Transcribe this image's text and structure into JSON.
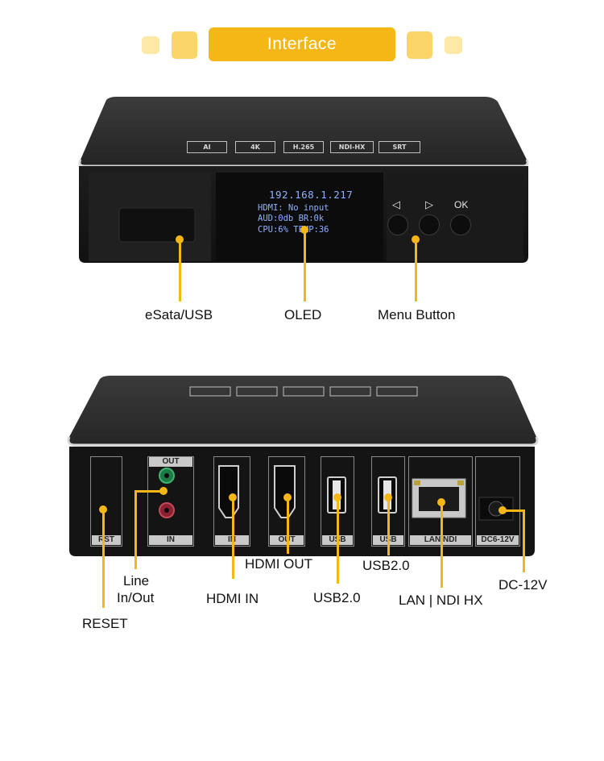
{
  "header": {
    "title": "Interface"
  },
  "front": {
    "badges": [
      "AI",
      "4K",
      "H.265",
      "NDI-HX",
      "SRT"
    ],
    "oled": {
      "ip": "192.168.1.217",
      "line1": "HDMI: No input",
      "line2": "AUD:0db    BR:0k",
      "line3": "CPU:6%     TEMP:36"
    },
    "buttons": [
      "◁",
      "▷",
      "OK"
    ],
    "labels": {
      "esata": "eSata/USB",
      "oled": "OLED",
      "menu": "Menu Button"
    }
  },
  "rear": {
    "port_labels": {
      "rst": "RST",
      "out": "OUT",
      "in": "IN",
      "hdmi_in": "IN",
      "hdmi_out": "OUT",
      "usb1": "USB",
      "usb2": "USB",
      "lan": "LAN|NDI",
      "dc": "DC6-12V"
    },
    "callouts": {
      "reset": "RESET",
      "line_1": "Line",
      "line_2": "In/Out",
      "hdmi_in": "HDMI IN",
      "hdmi_out": "HDMI OUT",
      "usb_a": "USB2.0",
      "usb_b": "USB2.0",
      "lan": "LAN | NDI HX",
      "dc": "DC-12V"
    }
  },
  "colors": {
    "accent": "#f5b716",
    "accent_light": "#fde8a6",
    "device": "#1b1b1b"
  }
}
